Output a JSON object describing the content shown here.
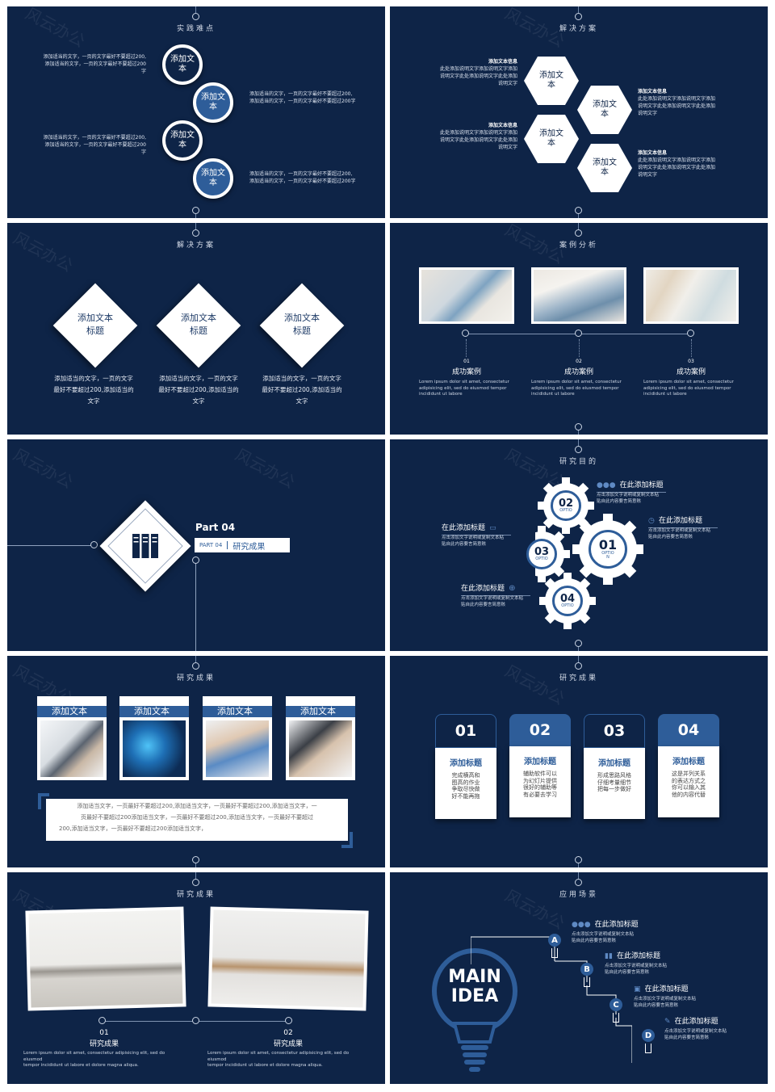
{
  "watermark": "风云办公",
  "slide1": {
    "title": "实践难点",
    "circles": [
      "添加文本",
      "添加文本",
      "添加文本",
      "添加文本"
    ],
    "text_line1": "添加适当的文字，一页的文字最好不要超过200,",
    "text_line2": "添加适当的文字，一页的文字最好不要超过200字"
  },
  "slide2": {
    "title": "解决方案",
    "hexes": [
      "添加文本",
      "添加文本",
      "添加文本",
      "添加文本"
    ],
    "info_title": "添加文本信息",
    "info_l1": "此处添加说明文字添加说明文字添加",
    "info_l2": "说明文字此处添加说明文字此处添加",
    "info_l3": "说明文字"
  },
  "slide3": {
    "title": "解决方案",
    "diamond_t1": "添加文本",
    "diamond_t2": "标题",
    "desc_l1": "添加适当的文字，一页的文字",
    "desc_l2": "最好不要超过200,添加适当的",
    "desc_l3": "文字"
  },
  "slide4": {
    "title": "案例分析",
    "nums": [
      "01",
      "02",
      "03"
    ],
    "case_label": "成功案例",
    "lorem_l1": "Lorem ipsum dolor sit amet, consectetur",
    "lorem_l2": "adipisicing elit, sed do eiusmod tempor",
    "lorem_l3": "incididunt ut labore"
  },
  "slide5": {
    "part": "Part  04",
    "part_small": "PART 04",
    "section": "研究成果"
  },
  "slide6": {
    "title": "研究目的",
    "gears": [
      {
        "num": "02",
        "sub": "OPTIO"
      },
      {
        "num": "03",
        "sub": "OPTIO"
      },
      {
        "num": "01",
        "sub": "OPTIO"
      },
      {
        "num": "04",
        "sub": "OPTIO"
      }
    ],
    "gear_sub2": "N",
    "label": "在此添加标题",
    "desc_l1": "点击添加文字说明或复制文本粘",
    "desc_l2": "贴自此内容要言简意赅"
  },
  "slide7": {
    "title": "研究成果",
    "tags": [
      "添加文本",
      "添加文本",
      "添加文本",
      "添加文本"
    ],
    "para_l1": "添加适当文字，一页最好不要超过200,添加适当文字，一页最好不要超过200,添加适当文字，一",
    "para_l2": "页最好不要超过200添加适当文字，一页最好不要超过200,添加适当文字，一页最好不要超过",
    "para_l3": "200,添加适当文字，一页最好不要超过200添加适当文字，"
  },
  "slide8": {
    "title": "研究成果",
    "cards": [
      {
        "num": "01",
        "head": "添加标题",
        "l1": "完成横高和",
        "l2": "图高的作业",
        "l3": "争取尽快做",
        "l4": "好不能再拖"
      },
      {
        "num": "02",
        "head": "添加标题",
        "l1": "辅助软件可以",
        "l2": "为幻灯片提供",
        "l3": "很好的辅助等",
        "l4": "有必要去学习"
      },
      {
        "num": "03",
        "head": "添加标题",
        "l1": "形成思路风格",
        "l2": "仔细考量细节",
        "l3": "把每一步做好",
        "l4": ""
      },
      {
        "num": "04",
        "head": "添加标题",
        "l1": "这是并列关系",
        "l2": "的表达方式之",
        "l3": "你可以输入其",
        "l4": "他的内容代替"
      }
    ]
  },
  "slide9": {
    "title": "研究成果",
    "nums": [
      "01",
      "02"
    ],
    "label": "研究成果",
    "lorem_l1": "Lorem ipsum dolor sit amet, consectetur adipisicing elit, sed do eiusmod",
    "lorem_l2": "tempor incididunt ut labore et dolore magna aliqua."
  },
  "slide10": {
    "title": "应用场景",
    "main1": "MAIN",
    "main2": "IDEA",
    "letters": [
      "A",
      "B",
      "C",
      "D"
    ],
    "label": "在此添加标题",
    "desc_l1": "点击添加文字说明或复制文本粘",
    "desc_l2": "贴自此内容要言简意赅"
  }
}
